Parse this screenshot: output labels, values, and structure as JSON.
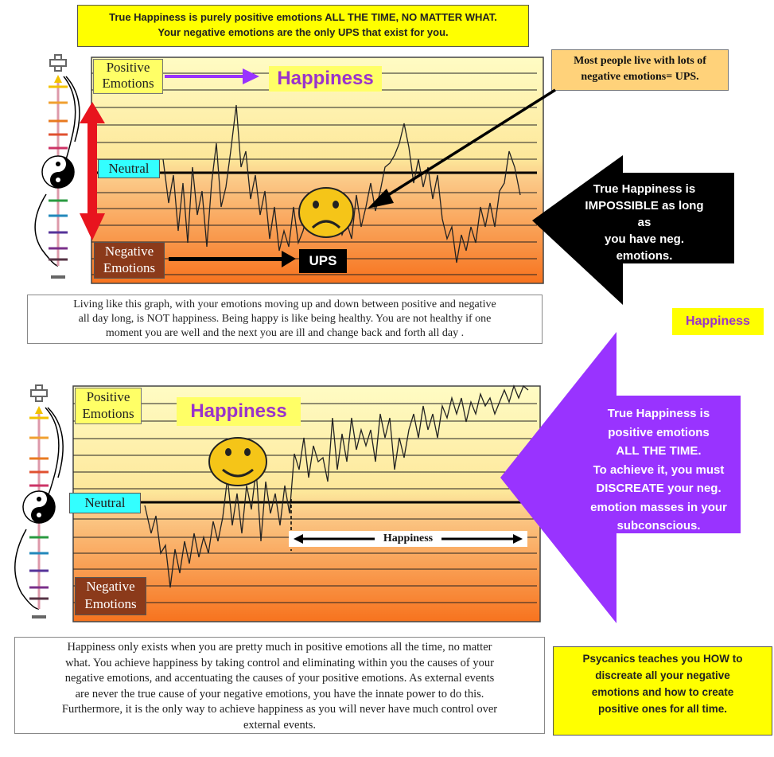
{
  "top_banner": {
    "line1": "True Happiness is purely positive emotions ALL THE TIME, NO MATTER WHAT.",
    "line2": "Your negative emotions are the only UPS that exist for you."
  },
  "chart1": {
    "positive_label_1": "Positive",
    "positive_label_2": "Emotions",
    "happiness_label": "Happiness",
    "neutral_label": "Neutral",
    "negative_label_1": "Negative",
    "negative_label_2": "Emotions",
    "ups_label": "UPS",
    "caption_1": "Living like this graph, with your emotions moving up and down between positive and negative",
    "caption_2": "all day long, is NOT happiness.  Being happy is like being healthy.  You are not healthy if one",
    "caption_3": "moment you are well and the next you are ill and change back and forth all day ."
  },
  "callout_most_people": {
    "line1": "Most people live with lots of",
    "line2": "negative  emotions= UPS."
  },
  "black_arrow": {
    "line1": "True Happiness is",
    "line2": "IMPOSSIBLE as long as",
    "line3": "you have neg.",
    "line4": "emotions."
  },
  "side_happiness_label": "Happiness",
  "chart2": {
    "positive_label_1": "Positive",
    "positive_label_2": "Emotions",
    "happiness_label": "Happiness",
    "neutral_label": "Neutral",
    "range_label": "Happiness",
    "negative_label_1": "Negative",
    "negative_label_2": "Emotions",
    "caption_1": "Happiness only exists when you are pretty much in positive emotions all the time, no matter",
    "caption_2": "what.  You achieve happiness by taking control and eliminating within you the causes of your",
    "caption_3": "negative emotions, and accentuating the causes of your positive emotions.  As external events",
    "caption_4": "are never the true cause of your negative emotions, you have the innate power to do this.",
    "caption_5": "Furthermore, it is the only way to achieve happiness as you will never have much control over",
    "caption_6": "external events."
  },
  "purple_arrow": {
    "line1": "True Happiness is",
    "line2": "positive emotions",
    "line3": "ALL THE TIME.",
    "line4": "To achieve it, you must",
    "line5": "DISCREATE your neg.",
    "line6": "emotion masses in your",
    "line7": "subconscious."
  },
  "bottom_box": {
    "line1": "Psycanics teaches you HOW to",
    "line2": "discreate all your negative",
    "line3": "emotions and how to create",
    "line4": "positive ones for all time."
  },
  "colors": {
    "banner_yellow": "#ffff00",
    "callout_orange": "#ffd27a",
    "arrow_purple": "#9933ff",
    "arrow_black": "#000000",
    "neutral_cyan": "#33ffff",
    "label_brown": "#8b3a1a",
    "red_arrow": "#e8141e",
    "happiness_text_purple": "#9933cc"
  },
  "icons": [
    "plus-icon",
    "minus-icon",
    "yin-yang-icon",
    "sad-face-icon",
    "smiley-face-icon"
  ]
}
